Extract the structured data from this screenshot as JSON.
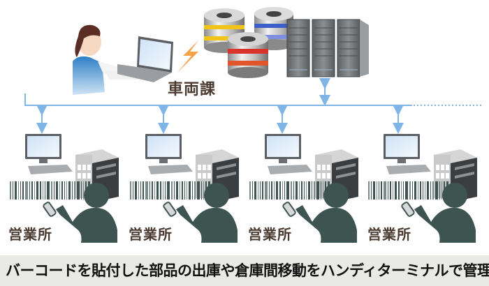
{
  "headquarters": {
    "label": "車両課"
  },
  "branches": [
    {
      "label": "営業所"
    },
    {
      "label": "営業所"
    },
    {
      "label": "営業所"
    },
    {
      "label": "営業所"
    }
  ],
  "caption": "バーコードを貼付した部品の出庫や倉庫間移動をハンディターミナルで管理",
  "colors": {
    "network_line": "#7fb4e6",
    "person_silhouette": "#3d5451",
    "label_text": "#4a3a30",
    "caption_bg": "#e9e9e6",
    "disk_yellow": "#f0c419",
    "disk_red": "#d9342b",
    "disk_blue": "#3d5ec9",
    "bolt": "#f5a24a"
  },
  "icons": [
    "office-worker-icon",
    "laptop-icon",
    "lightning-icon",
    "database-icon",
    "server-rack-icon",
    "desktop-computer-icon",
    "building-icon",
    "barcode-icon",
    "handheld-scanner-icon",
    "person-silhouette-icon",
    "double-arrow-icon"
  ]
}
